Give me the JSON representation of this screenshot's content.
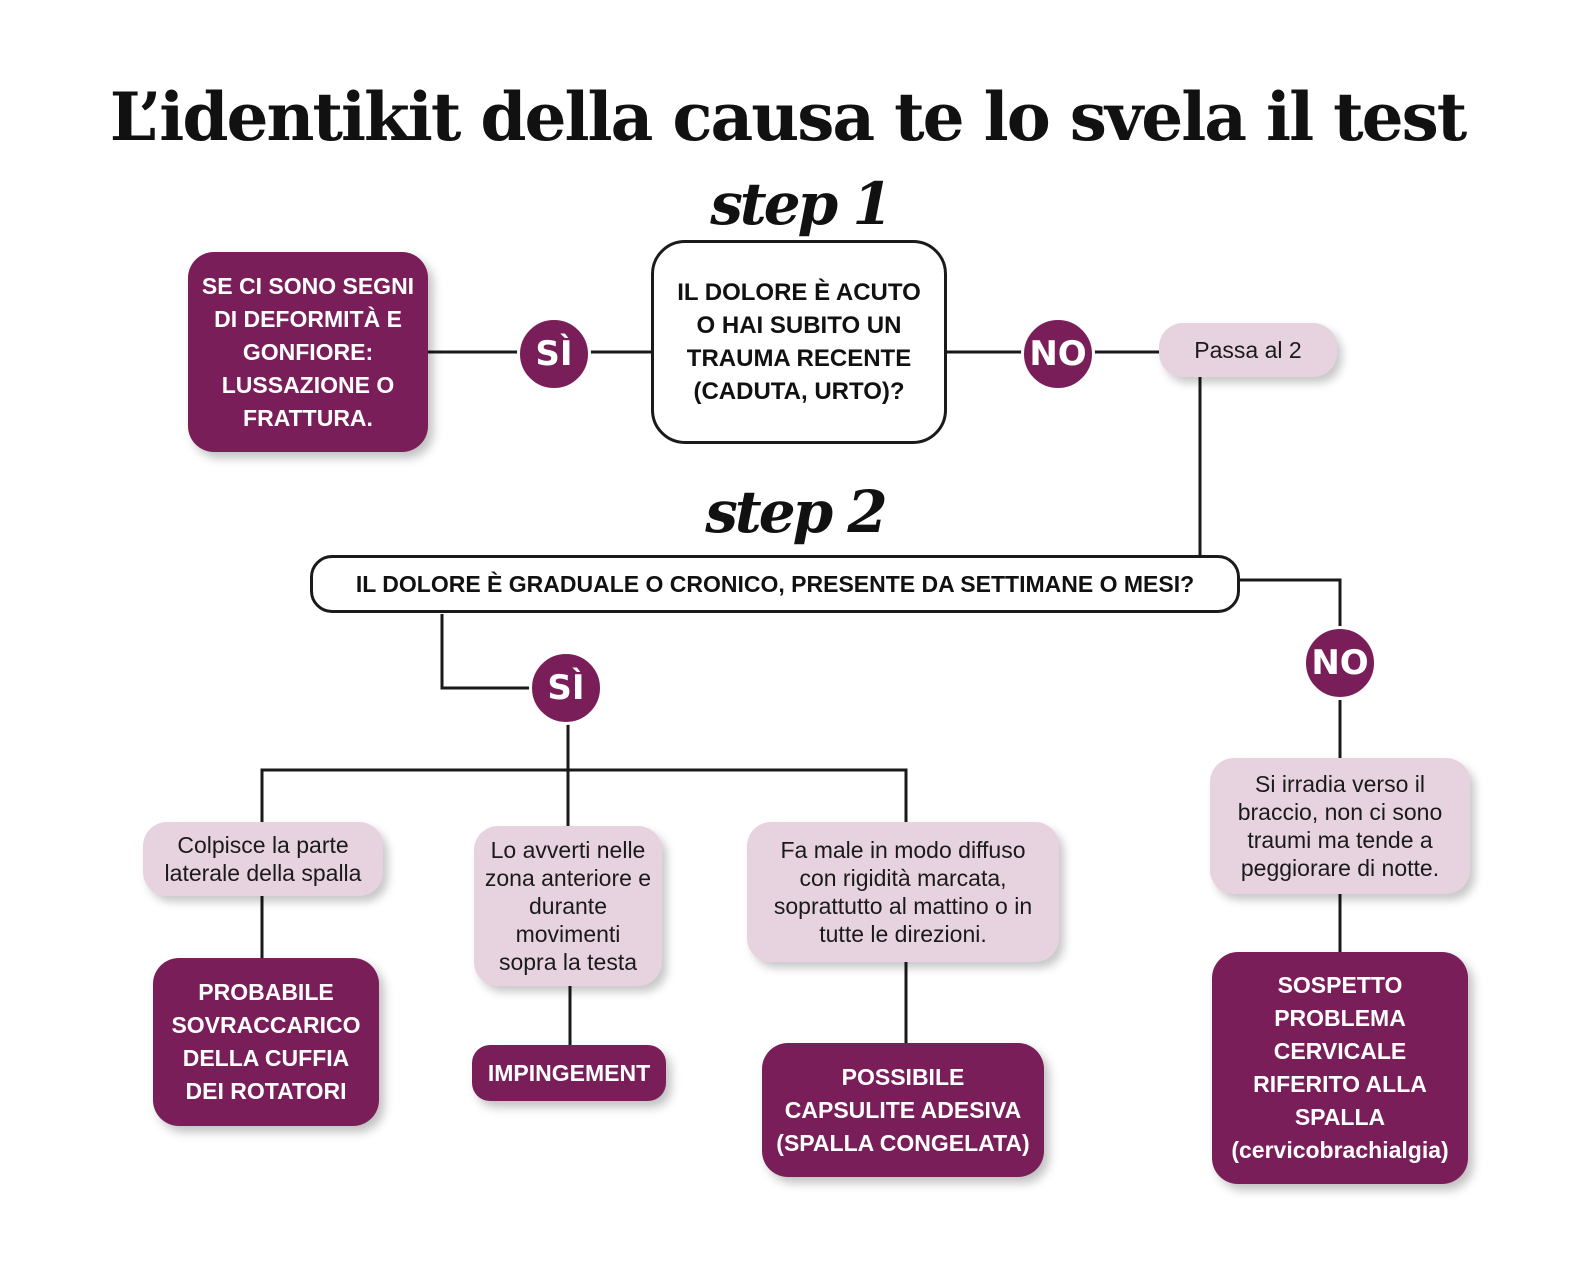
{
  "title": "L’identikit della causa te lo svela il test",
  "step1": {
    "heading": "step 1",
    "question": "IL DOLORE È ACUTO O HAI SUBITO UN TRAUMA RECENTE (CADUTA, URTO)?",
    "yes_label": "SÌ",
    "no_label": "NO",
    "yes_result": "SE CI SONO SEGNI DI DEFORMITÀ E GONFIORE: LUSSAZIONE O FRATTURA.",
    "no_result": "Passa al 2"
  },
  "step2": {
    "heading": "step 2",
    "question": "IL DOLORE È GRADUALE O CRONICO, PRESENTE DA SETTIMANE O MESI?",
    "yes_label": "SÌ",
    "no_label": "NO",
    "branches": [
      {
        "symptom": "Colpisce la parte laterale della spalla",
        "diagnosis": "PROBABILE SOVRACCARICO DELLA CUFFIA DEI ROTATORI"
      },
      {
        "symptom": "Lo avverti nelle zona anteriore e durante movimenti sopra la testa",
        "diagnosis": "IMPINGEMENT"
      },
      {
        "symptom": "Fa male in modo diffuso con rigidità marcata, soprattutto al mattino o in tutte le direzioni.",
        "diagnosis": "POSSIBILE CAPSULITE ADESIVA (SPALLA CONGELATA)"
      }
    ],
    "no_branch": {
      "symptom": "Si irradia verso il braccio, non ci sono traumi ma tende a peggiorare di notte.",
      "diagnosis": "SOSPETTO PROBLEMA CERVICALE RIFERITO ALLA SPALLA",
      "diagnosis_note": "(cervicobrachialgia)"
    }
  },
  "colors": {
    "accent": "#7a1e5a",
    "light_box": "#e7d3df",
    "line": "#1a1a1a"
  }
}
